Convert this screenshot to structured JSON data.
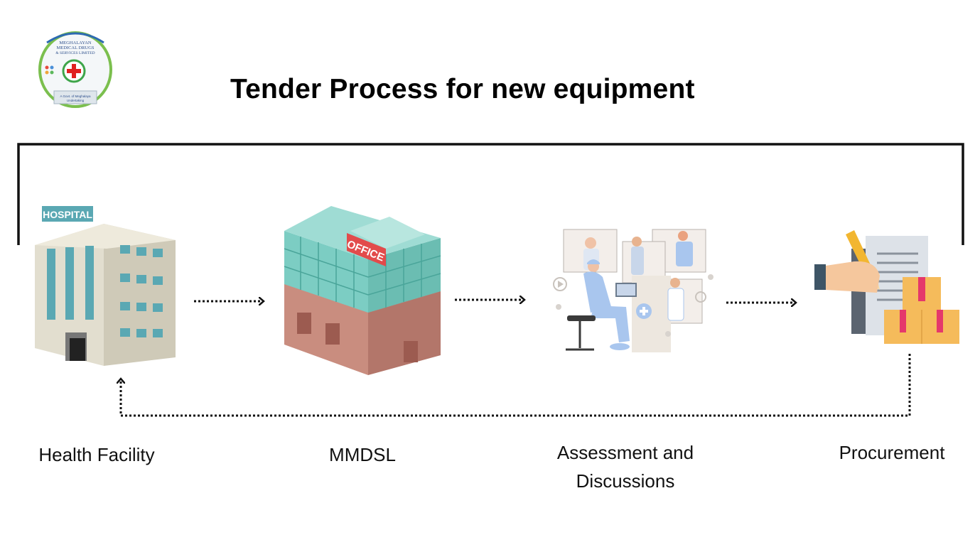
{
  "title": "Tender Process for new equipment",
  "logo": {
    "name_lines": [
      "MEGHALAYAN",
      "MEDICAL DRUGS",
      "& SERVICES LIMITED"
    ],
    "tagline_lines": [
      "A Govt. of Meghalaya",
      "Undertaking"
    ]
  },
  "hospital_sign": "HOSPITAL",
  "office_sign": "OFFICE",
  "steps": [
    {
      "label": "Health Facility"
    },
    {
      "label": "MMDSL"
    },
    {
      "label": "Assessment and Discussions"
    },
    {
      "label": "Procurement"
    }
  ],
  "colors": {
    "frame": "#111111",
    "hospital_wall": "#d9d5c5",
    "hospital_glass": "#5aa8b3",
    "office_glass": "#7ccdc3",
    "office_sign": "#e24b4b",
    "office_base": "#c98d7f",
    "figure_blue": "#a9c6ee",
    "box_orange": "#f5bb5b",
    "box_tape": "#e5386b"
  }
}
